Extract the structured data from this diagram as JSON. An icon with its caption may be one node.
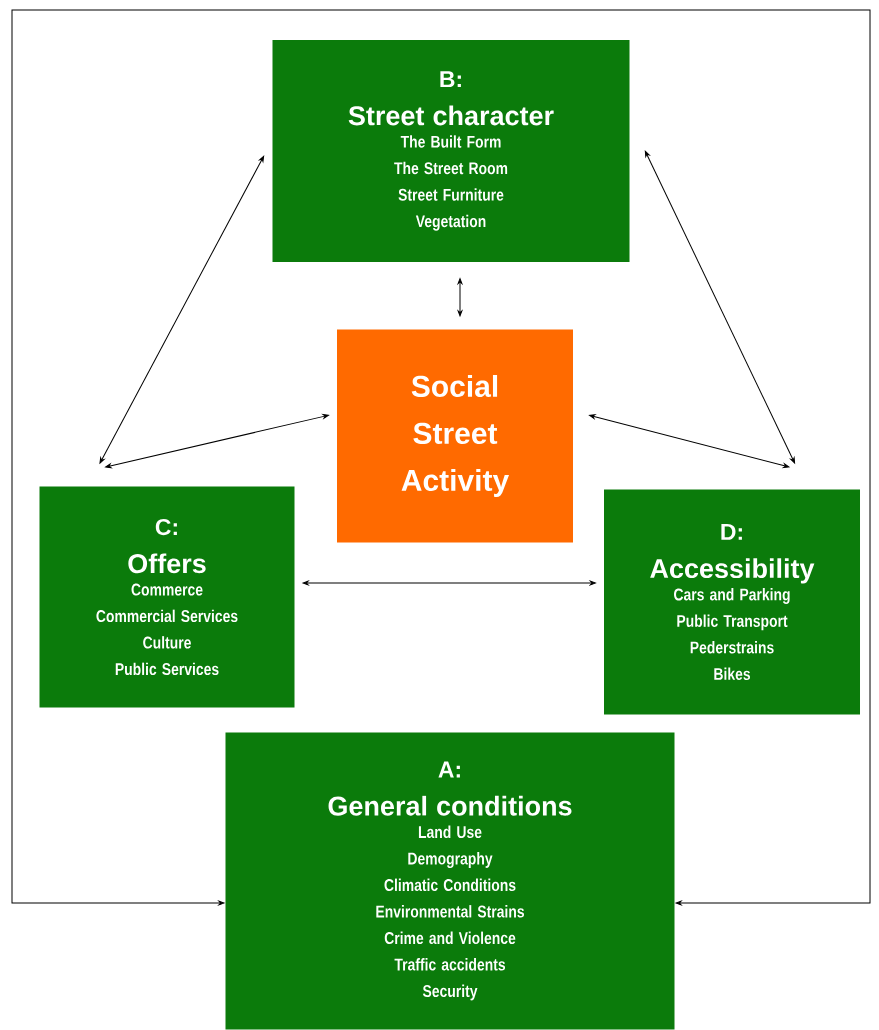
{
  "diagram": {
    "nodes": [
      {
        "text": [
          "B:",
          "Street character",
          "The Built Form",
          "The Street Room",
          "Street Furniture",
          "Vegetation"
        ]
      },
      {
        "text": [
          "Social Street Activity"
        ]
      },
      {
        "text": [
          "C:",
          "Offers",
          "Commerce",
          "Commercial Services",
          "Culture",
          "Public Services"
        ]
      },
      {
        "text": [
          "D:",
          "Accessibility",
          "Cars and Parking",
          "Public Transport",
          "Pederstrains",
          "Bikes"
        ]
      },
      {
        "text": [
          "A:",
          "General conditions",
          "Land Use",
          "Demography",
          "Climatic Conditions",
          "Environmental Strains",
          "Crime and Violence",
          "Traffic accidents",
          "Security"
        ]
      }
    ],
    "edges": [
      {
        "from": 2,
        "to": 0,
        "arrow": "both"
      },
      {
        "from": 0,
        "to": 3,
        "arrow": "both"
      },
      {
        "from": 0,
        "to": 1,
        "arrow": "both"
      },
      {
        "from": 2,
        "to": 1,
        "arrow": "both"
      },
      {
        "from": 3,
        "to": 1,
        "arrow": "both"
      },
      {
        "from": 2,
        "to": 3,
        "arrow": "both"
      },
      {
        "from": null,
        "to": 4,
        "arrow": "to"
      },
      {
        "from": null,
        "to": 4,
        "arrow": "to"
      }
    ]
  }
}
